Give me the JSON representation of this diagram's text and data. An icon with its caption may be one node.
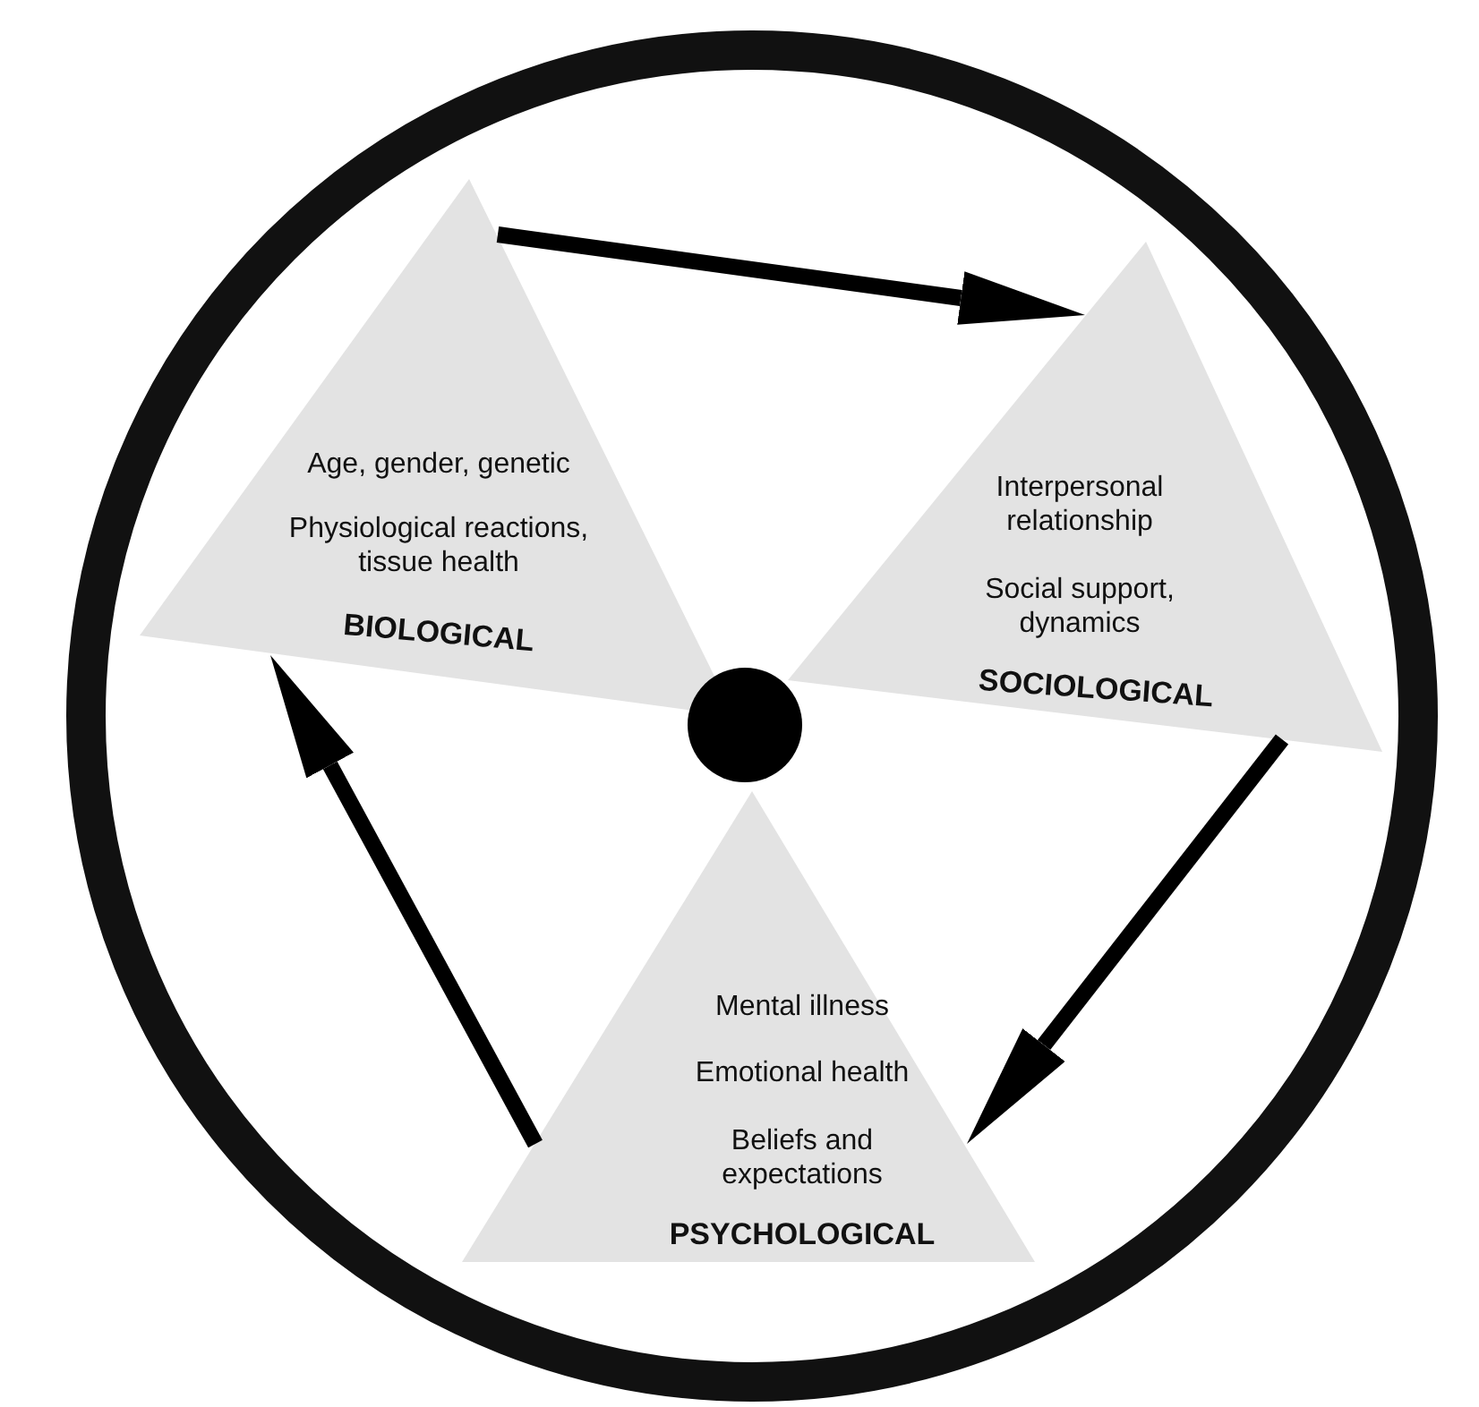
{
  "diagram": {
    "nodes": [
      {
        "text": [],
        "shape": "circle"
      },
      {
        "text": [
          "Age, gender, genetic",
          "Physiological reactions, tissue health",
          "BIOLOGICAL"
        ],
        "in": 0
      },
      {
        "text": [
          "Interpersonal relationship",
          "Social support, dynamics",
          "SOCIOLOGICAL"
        ],
        "in": 0
      },
      {
        "text": [],
        "shape": "circle",
        "in": 0
      },
      {
        "text": [
          "Mental illness",
          "Emotional health",
          "Beliefs and expectations",
          "PSYCHOLOGICAL"
        ],
        "in": 0
      }
    ],
    "edges": [
      {
        "from": 1,
        "to": 2,
        "arrow": "to"
      },
      {
        "from": 2,
        "to": 4,
        "arrow": "to"
      },
      {
        "from": 4,
        "to": 1,
        "arrow": "to"
      }
    ]
  }
}
